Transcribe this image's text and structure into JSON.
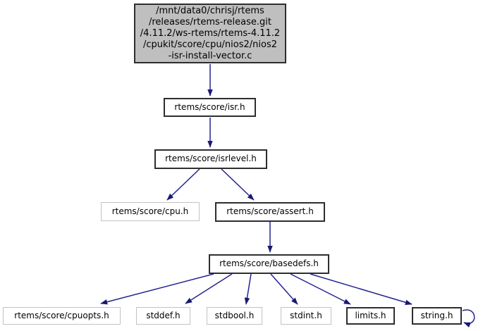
{
  "diagram": {
    "type": "include-dependency-graph",
    "colors": {
      "background": "#ffffff",
      "edge": "#191970",
      "root_fill": "#bfbfbf",
      "node_fill": "#ffffff",
      "border_documented": "#2e2e2e",
      "border_undocumented": "#c3c3c3",
      "text": "#000000"
    },
    "nodes": {
      "main": {
        "label": "/mnt/data0/chrisj/rtems\n/releases/rtems-release.git\n/4.11.2/ws-rtems/rtems-4.11.2\n/cpukit/score/cpu/nios2/nios2\n-isr-install-vector.c"
      },
      "isr": {
        "label": "rtems/score/isr.h"
      },
      "isrlevel": {
        "label": "rtems/score/isrlevel.h"
      },
      "cpu": {
        "label": "rtems/score/cpu.h"
      },
      "assert": {
        "label": "rtems/score/assert.h"
      },
      "basedefs": {
        "label": "rtems/score/basedefs.h"
      },
      "cpuopts": {
        "label": "rtems/score/cpuopts.h"
      },
      "stddef": {
        "label": "stddef.h"
      },
      "stdbool": {
        "label": "stdbool.h"
      },
      "stdint": {
        "label": "stdint.h"
      },
      "limits": {
        "label": "limits.h"
      },
      "string": {
        "label": "string.h"
      }
    },
    "edges": [
      {
        "from": "nios2-isr-install-vector.c",
        "to": "rtems/score/isr.h"
      },
      {
        "from": "rtems/score/isr.h",
        "to": "rtems/score/isrlevel.h"
      },
      {
        "from": "rtems/score/isrlevel.h",
        "to": "rtems/score/cpu.h"
      },
      {
        "from": "rtems/score/isrlevel.h",
        "to": "rtems/score/assert.h"
      },
      {
        "from": "rtems/score/assert.h",
        "to": "rtems/score/basedefs.h"
      },
      {
        "from": "rtems/score/basedefs.h",
        "to": "rtems/score/cpuopts.h"
      },
      {
        "from": "rtems/score/basedefs.h",
        "to": "stddef.h"
      },
      {
        "from": "rtems/score/basedefs.h",
        "to": "stdbool.h"
      },
      {
        "from": "rtems/score/basedefs.h",
        "to": "stdint.h"
      },
      {
        "from": "rtems/score/basedefs.h",
        "to": "limits.h"
      },
      {
        "from": "rtems/score/basedefs.h",
        "to": "string.h"
      },
      {
        "from": "string.h",
        "to": "string.h"
      }
    ]
  }
}
